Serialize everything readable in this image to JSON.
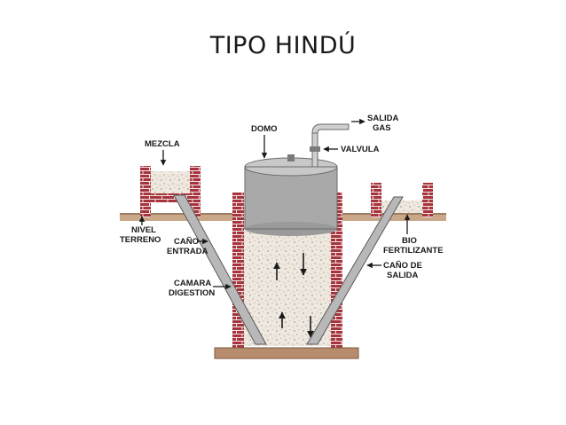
{
  "title": "TIPO HINDÚ",
  "labels": {
    "mezcla": "MEZCLA",
    "domo": "DOMO",
    "salida_gas_1": "SALIDA",
    "salida_gas_2": "GAS",
    "valvula": "VALVULA",
    "nivel_terreno_1": "NIVEL",
    "nivel_terreno_2": "TERRENO",
    "cano_entrada_1": "CAÑO",
    "cano_entrada_2": "ENTRADA",
    "camara_digestion_1": "CAMARA",
    "camara_digestion_2": "DIGESTION",
    "bio_fertilizante_1": "BIO",
    "bio_fertilizante_2": "FERTILIZANTE",
    "cano_salida_1": "CAÑO DE",
    "cano_salida_2": "SALIDA"
  },
  "colors": {
    "brick": "#a7343c",
    "mortar": "#f2e6e6",
    "ground": "#c9a88a",
    "slurry": "#efe8df",
    "dome": "#a9a9a9",
    "pipe": "#b8b8b8"
  }
}
